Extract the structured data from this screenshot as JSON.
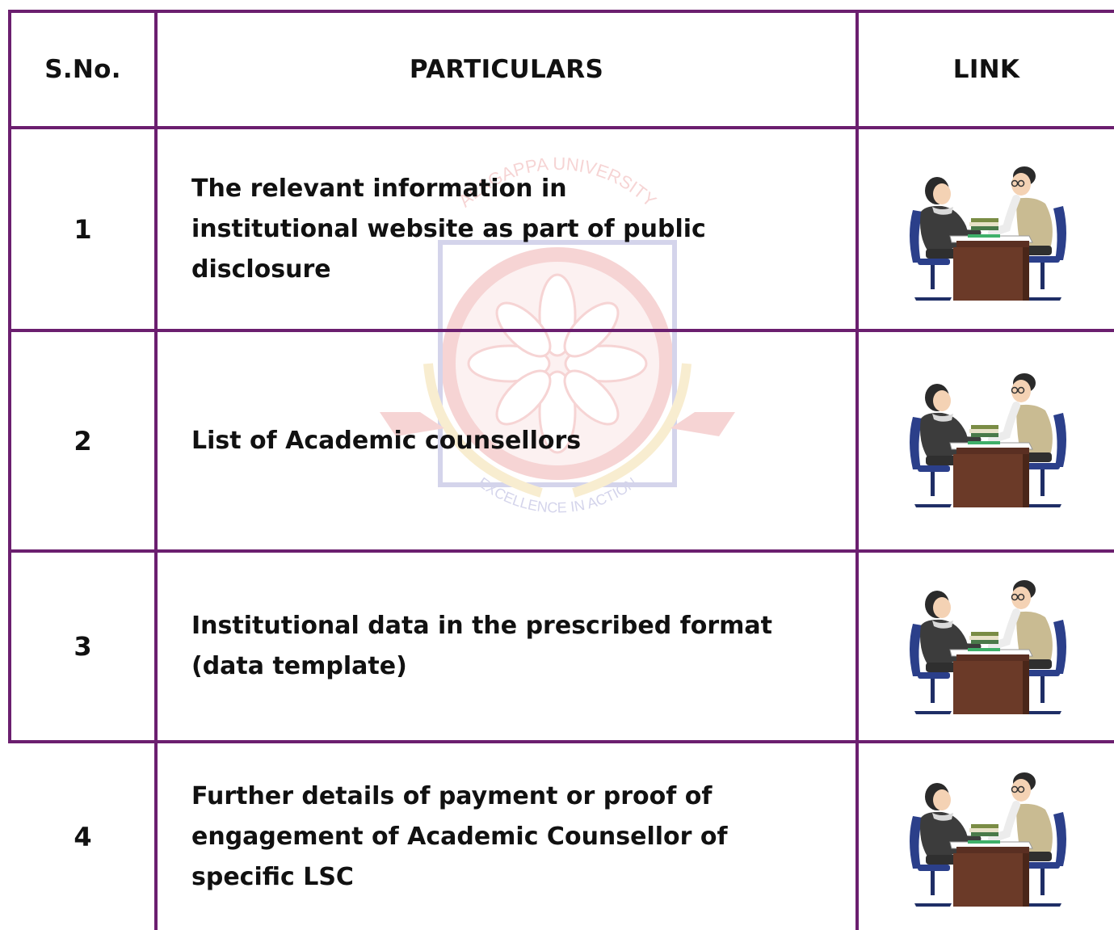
{
  "header": {
    "sno": "S.No.",
    "particulars": "PARTICULARS",
    "link": "LINK"
  },
  "watermark": {
    "top_text": "ALAGAPPA UNIVERSITY",
    "bottom_text": "EXCELLENCE IN ACTION"
  },
  "rows": [
    {
      "sno": "1",
      "text": "The relevant information in institutional website as part of public disclosure",
      "lines": [
        "The relevant information in",
        "institutional website as part of public",
        "disclosure"
      ],
      "link_icon": "counselling-meeting-illustration"
    },
    {
      "sno": "2",
      "text": "List of Academic counsellors",
      "lines": [
        "List of Academic counsellors"
      ],
      "link_icon": "counselling-meeting-illustration"
    },
    {
      "sno": "3",
      "text": "Institutional data in the prescribed format (data template)",
      "lines": [
        "Institutional data in the prescribed format",
        "(data template)"
      ],
      "link_icon": "counselling-meeting-illustration"
    },
    {
      "sno": "4",
      "text": "Further details of payment or proof of engagement of Academic Counsellor of specific LSC",
      "lines": [
        "Further details of payment or proof of",
        "engagement of Academic Counsellor of",
        "specific LSC"
      ],
      "link_icon": "counselling-meeting-illustration"
    }
  ],
  "colors": {
    "border": "#6b1f6f",
    "text": "#111111"
  }
}
